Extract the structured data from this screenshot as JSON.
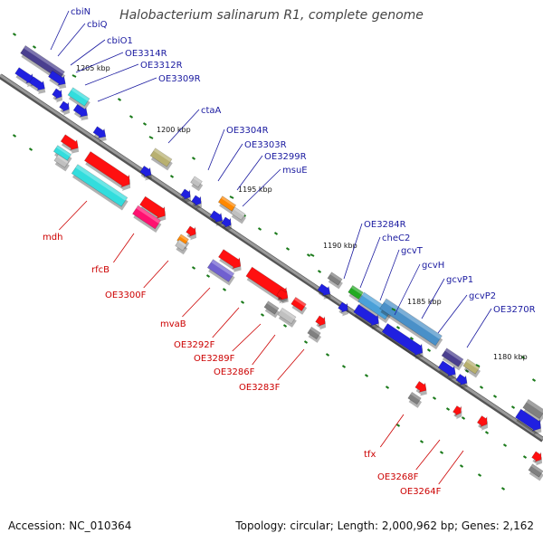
{
  "title": "Halobacterium salinarum R1, complete genome",
  "footer": {
    "accession": "Accession: NC_010364",
    "summary": "Topology: circular; Length: 2,000,962 bp; Genes: 2,162"
  },
  "colors": {
    "forward_label": "#1a1aa0",
    "reverse_label": "#cc0000",
    "backbone": "#808080",
    "tick": "#1a7a1a"
  },
  "kbp_markers": [
    "1205 kbp",
    "1200 kbp",
    "1195 kbp",
    "1190 kbp",
    "1185 kbp",
    "1180 kbp"
  ],
  "forward_genes": [
    "cbiN",
    "cbiQ",
    "cbiO1",
    "OE3314R",
    "OE3312R",
    "OE3309R",
    "ctaA",
    "OE3304R",
    "OE3303R",
    "OE3299R",
    "msuE",
    "OE3284R",
    "cheC2",
    "gcvT",
    "gcvH",
    "gcvP1",
    "gcvP2",
    "OE3270R"
  ],
  "reverse_genes": [
    "mdh",
    "rfcB",
    "OE3300F",
    "mvaB",
    "OE3292F",
    "OE3289F",
    "OE3286F",
    "OE3283F",
    "tfx",
    "OE3268F",
    "OE3264F"
  ]
}
